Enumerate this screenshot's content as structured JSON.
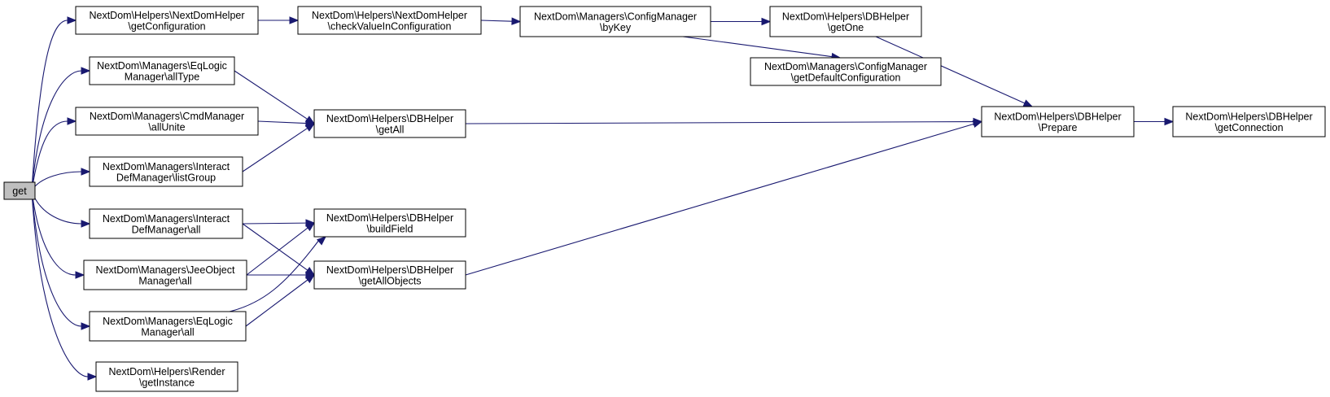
{
  "graph": {
    "nodes": {
      "get": {
        "lines": [
          "get"
        ],
        "root": true
      },
      "getConfiguration": {
        "lines": [
          "NextDom\\Helpers\\NextDomHelper",
          "\\getConfiguration"
        ]
      },
      "allType": {
        "lines": [
          "NextDom\\Managers\\EqLogic",
          "Manager\\allType"
        ]
      },
      "allUnite": {
        "lines": [
          "NextDom\\Managers\\CmdManager",
          "\\allUnite"
        ]
      },
      "listGroup": {
        "lines": [
          "NextDom\\Managers\\Interact",
          "DefManager\\listGroup"
        ]
      },
      "interactAll": {
        "lines": [
          "NextDom\\Managers\\Interact",
          "DefManager\\all"
        ]
      },
      "jeeObjectAll": {
        "lines": [
          "NextDom\\Managers\\JeeObject",
          "Manager\\all"
        ]
      },
      "eqLogicAll": {
        "lines": [
          "NextDom\\Managers\\EqLogic",
          "Manager\\all"
        ]
      },
      "getInstance": {
        "lines": [
          "NextDom\\Helpers\\Render",
          "\\getInstance"
        ]
      },
      "checkValueInConfiguration": {
        "lines": [
          "NextDom\\Helpers\\NextDomHelper",
          "\\checkValueInConfiguration"
        ]
      },
      "getAll": {
        "lines": [
          "NextDom\\Helpers\\DBHelper",
          "\\getAll"
        ]
      },
      "buildField": {
        "lines": [
          "NextDom\\Helpers\\DBHelper",
          "\\buildField"
        ]
      },
      "getAllObjects": {
        "lines": [
          "NextDom\\Helpers\\DBHelper",
          "\\getAllObjects"
        ]
      },
      "byKey": {
        "lines": [
          "NextDom\\Managers\\ConfigManager",
          "\\byKey"
        ]
      },
      "getOne": {
        "lines": [
          "NextDom\\Helpers\\DBHelper",
          "\\getOne"
        ]
      },
      "getDefaultConfiguration": {
        "lines": [
          "NextDom\\Managers\\ConfigManager",
          "\\getDefaultConfiguration"
        ]
      },
      "prepare": {
        "lines": [
          "NextDom\\Helpers\\DBHelper",
          "\\Prepare"
        ]
      },
      "getConnection": {
        "lines": [
          "NextDom\\Helpers\\DBHelper",
          "\\getConnection"
        ]
      }
    },
    "edges": [
      [
        "get",
        "getConfiguration"
      ],
      [
        "get",
        "allType"
      ],
      [
        "get",
        "allUnite"
      ],
      [
        "get",
        "listGroup"
      ],
      [
        "get",
        "interactAll"
      ],
      [
        "get",
        "jeeObjectAll"
      ],
      [
        "get",
        "eqLogicAll"
      ],
      [
        "get",
        "getInstance"
      ],
      [
        "getConfiguration",
        "checkValueInConfiguration"
      ],
      [
        "checkValueInConfiguration",
        "byKey"
      ],
      [
        "byKey",
        "getOne"
      ],
      [
        "byKey",
        "getDefaultConfiguration"
      ],
      [
        "getOne",
        "prepare"
      ],
      [
        "allType",
        "getAll"
      ],
      [
        "allUnite",
        "getAll"
      ],
      [
        "listGroup",
        "getAll"
      ],
      [
        "getAll",
        "prepare"
      ],
      [
        "interactAll",
        "buildField"
      ],
      [
        "interactAll",
        "getAllObjects"
      ],
      [
        "jeeObjectAll",
        "buildField"
      ],
      [
        "jeeObjectAll",
        "getAllObjects"
      ],
      [
        "eqLogicAll",
        "buildField"
      ],
      [
        "eqLogicAll",
        "getAllObjects"
      ],
      [
        "getAllObjects",
        "prepare"
      ],
      [
        "prepare",
        "getConnection"
      ]
    ]
  },
  "colors": {
    "edge": "#191970",
    "root_fill": "#bfbfbf",
    "node_fill": "#ffffff",
    "node_stroke": "#000000"
  }
}
